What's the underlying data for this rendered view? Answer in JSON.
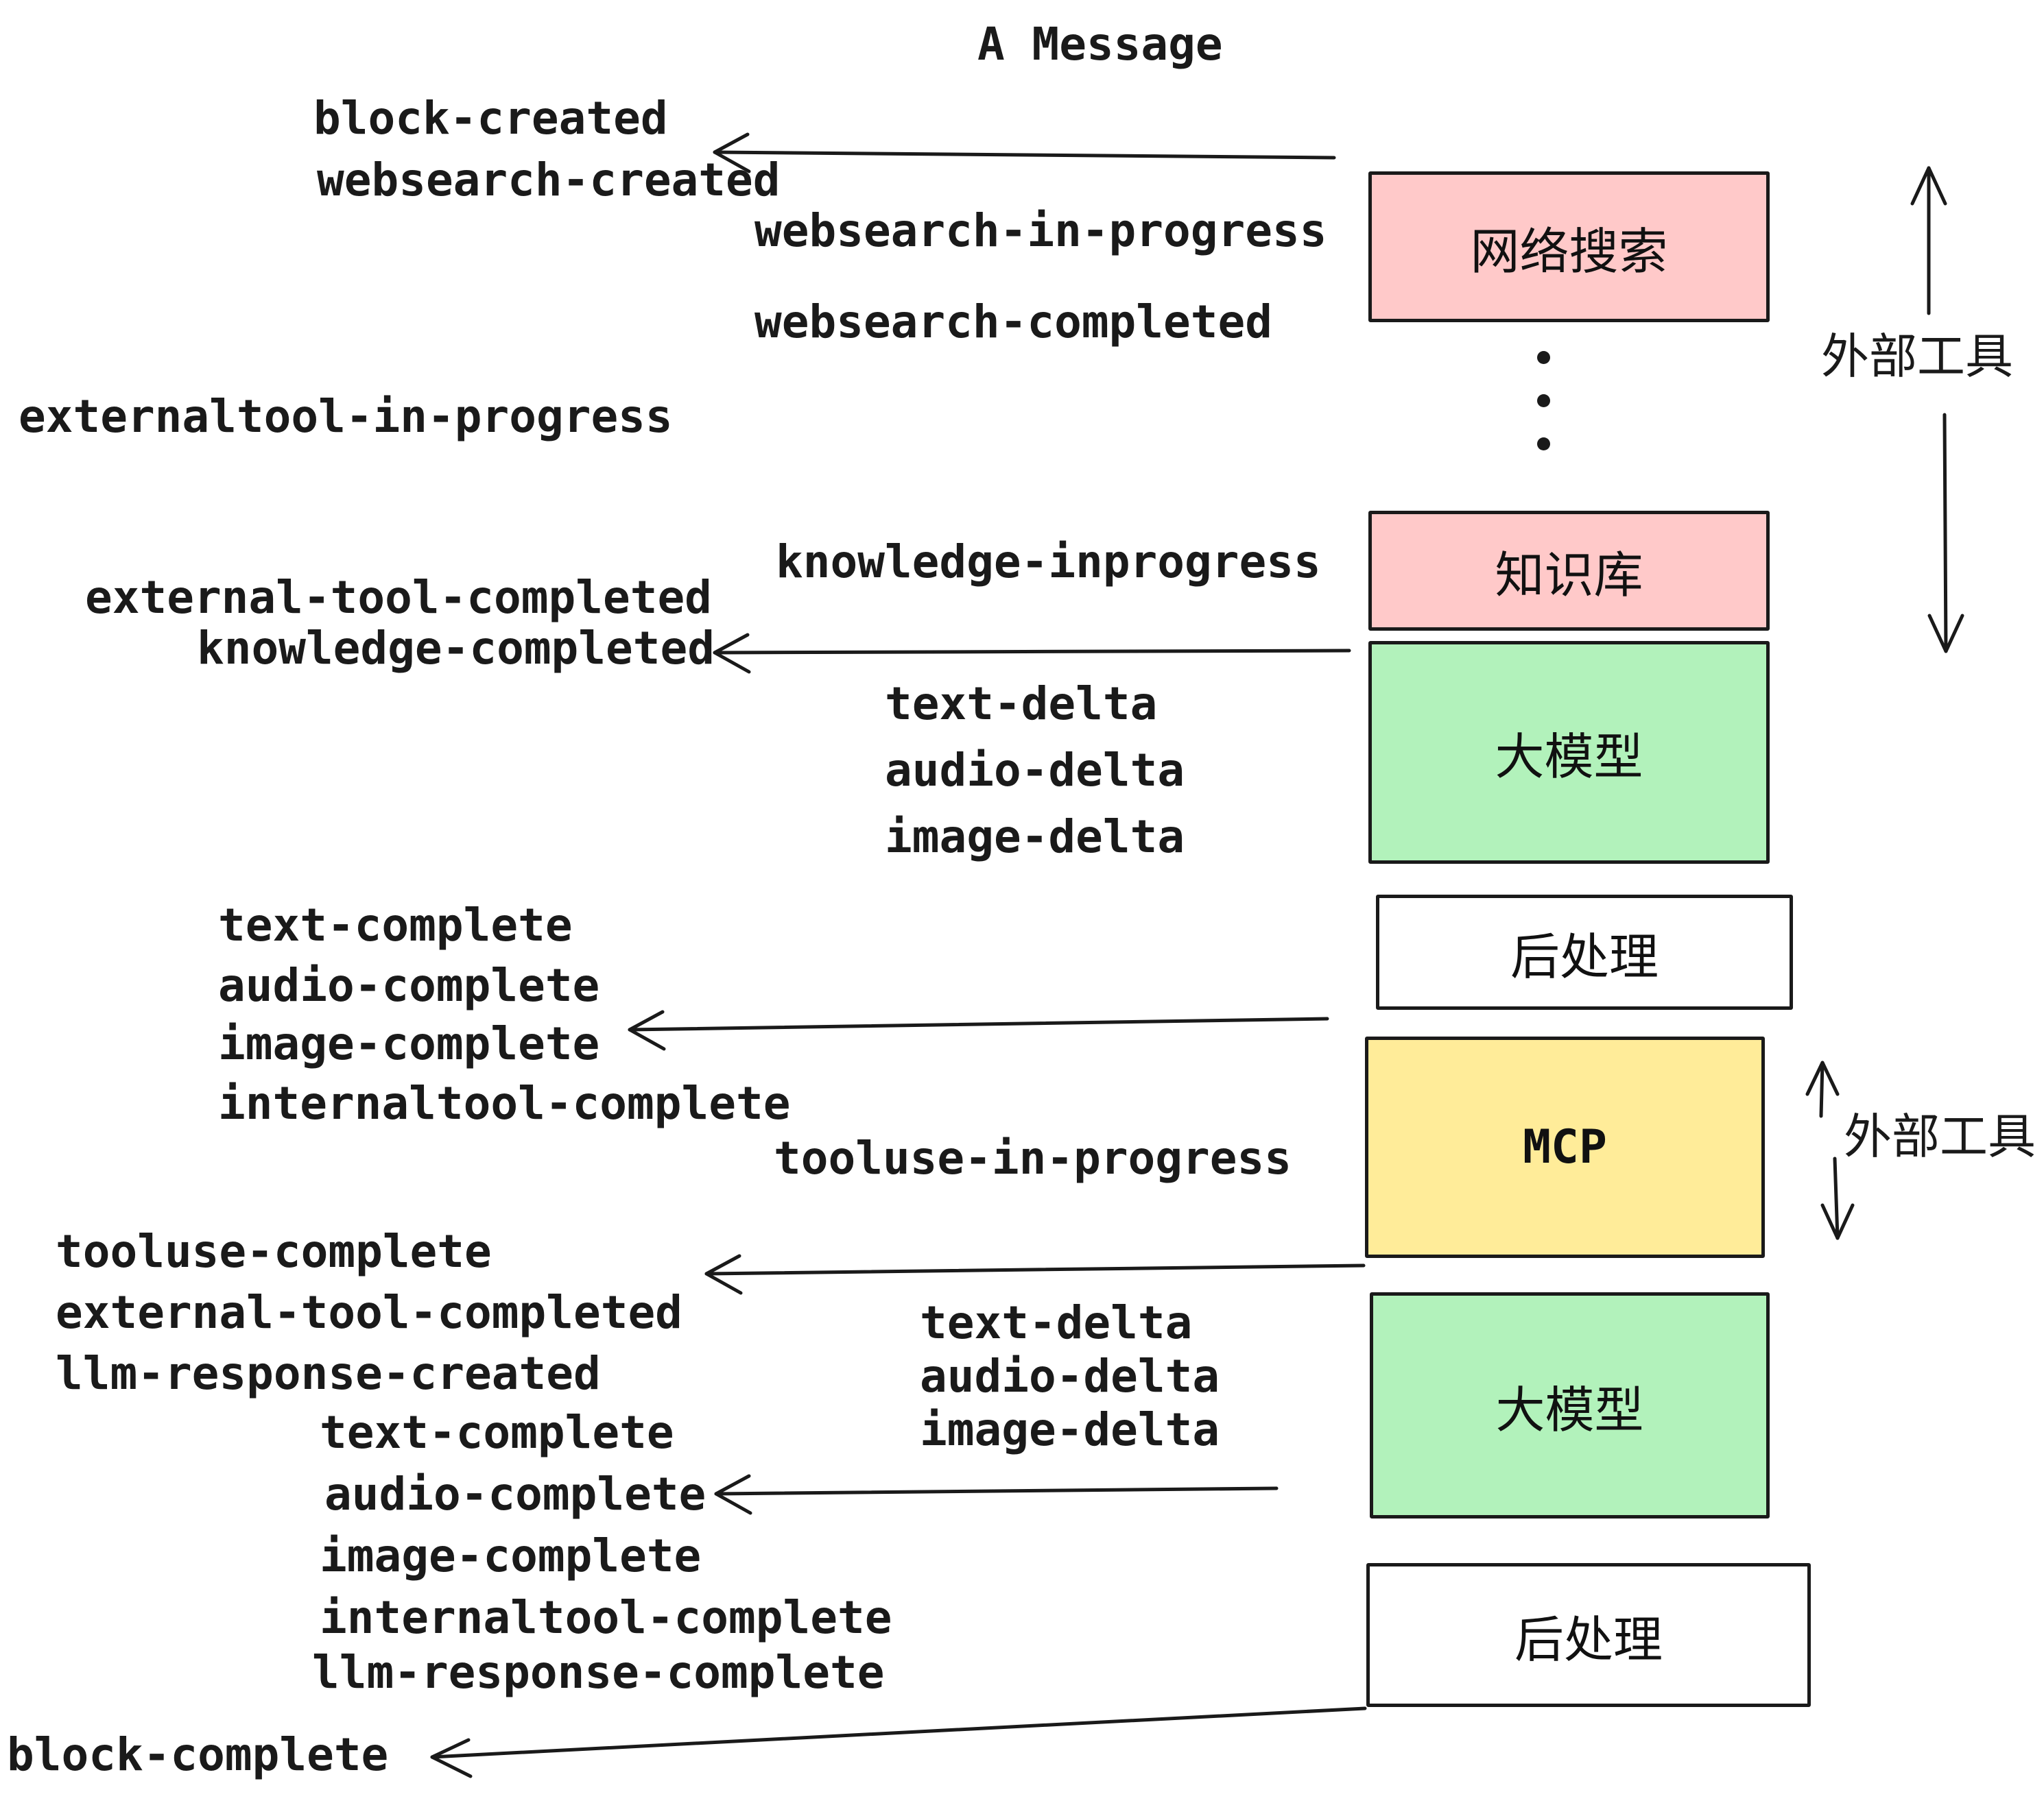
{
  "title": "A Message",
  "events": {
    "block_created": "block-created",
    "websearch_created": "websearch-created",
    "websearch_in_progress": "websearch-in-progress",
    "websearch_completed": "websearch-completed",
    "externaltool_in_progress": "externaltool-in-progress",
    "knowledge_inprogress": "knowledge-inprogress",
    "external_tool_completed": "external-tool-completed",
    "knowledge_completed": "knowledge-completed",
    "text_delta": "text-delta",
    "audio_delta": "audio-delta",
    "image_delta": "image-delta",
    "text_complete": "text-complete",
    "audio_complete": "audio-complete",
    "image_complete": "image-complete",
    "internaltool_complete": "internaltool-complete",
    "tooluse_in_progress": "tooluse-in-progress",
    "tooluse_complete": "tooluse-complete",
    "llm_response_created": "llm-response-created",
    "llm_response_complete": "llm-response-complete",
    "block_complete": "block-complete"
  },
  "boxes": {
    "websearch": {
      "label": "网络搜索",
      "color": "#ffc9c9"
    },
    "knowledge": {
      "label": "知识库",
      "color": "#ffc9c9"
    },
    "llm1": {
      "label": "大模型",
      "color": "#b2f2bb"
    },
    "post1": {
      "label": "后处理",
      "color": "#ffffff"
    },
    "mcp": {
      "label": "MCP",
      "color": "#ffec99"
    },
    "llm2": {
      "label": "大模型",
      "color": "#b2f2bb"
    },
    "post2": {
      "label": "后处理",
      "color": "#ffffff"
    }
  },
  "annotations": {
    "external_tools": "外部工具"
  },
  "colors": {
    "stroke": "#1a1a1a",
    "pink": "#ffc9c9",
    "green": "#b2f2bb",
    "yellow": "#ffec99",
    "white": "#ffffff"
  }
}
